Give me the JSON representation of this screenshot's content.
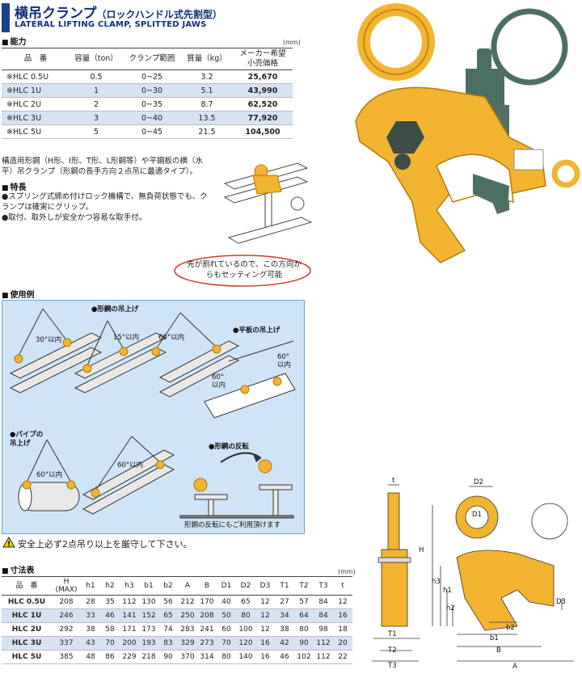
{
  "header": {
    "title": "横吊クランプ",
    "title_paren": "（ロックハンドル式先割型）",
    "subtitle": "LATERAL LIFTING CLAMP, SPLITTED JAWS"
  },
  "capacity": {
    "section": "能力",
    "unit": "(mm)",
    "headers": [
      "品　番",
      "容量（ton）",
      "クランプ範囲",
      "質量（kg）",
      "メーカー希望\n小売価格"
    ],
    "rows": [
      [
        "※HLC 0.5U",
        "0.5",
        "0~25",
        "3.2",
        "25,670"
      ],
      [
        "※HLC 1U",
        "1",
        "0~30",
        "5.1",
        "43,990"
      ],
      [
        "※HLC 2U",
        "2",
        "0~35",
        "8.7",
        "62,520"
      ],
      [
        "※HLC 3U",
        "3",
        "0~40",
        "13.5",
        "77,920"
      ],
      [
        "※HLC 5U",
        "5",
        "0~45",
        "21.5",
        "104,500"
      ]
    ]
  },
  "description": "構造用形鋼（H形、I形、T形、L形鋼等）や平鋼板の横（水平）吊クランプ（形鋼の長手方向２点吊に最適タイプ）。",
  "features": {
    "section": "特長",
    "items": [
      "●スプリング式締め付けロック機構で、無負荷状態でも、クランプは確実にグリップ。",
      "●取付、取外しが安全かつ容易な取手付。"
    ]
  },
  "callout": "先が割れているので、この方向からもセッティング可能",
  "usage": {
    "section": "使用例",
    "labels": {
      "shape_lift": "●形鋼の吊上げ",
      "plate_lift": "●平板の吊上げ",
      "pipe_lift": "●パイプの\n吊上げ",
      "flip": "●形鋼の反転",
      "angle_30": "30°以内",
      "angle_15": "15°以内",
      "angle_60a": "60°以内",
      "angle_60b": "60°\n以内",
      "angle_60c": "60°\n以内",
      "angle_60d": "60°以内",
      "angle_60e": "60°以内",
      "flip_note": "形鋼の反転にもご利用頂けます"
    }
  },
  "warning": "安全上必ず2点吊り以上を厳守して下さい。",
  "dimensions": {
    "section": "寸法表",
    "unit": "(mm)",
    "headers": [
      "品　番",
      "H\n(MAX)",
      "h1",
      "h2",
      "h3",
      "b1",
      "b2",
      "A",
      "B",
      "D1",
      "D2",
      "D3",
      "T1",
      "T2",
      "T3",
      "t"
    ],
    "rows": [
      [
        "HLC 0.5U",
        "208",
        "28",
        "35",
        "112",
        "130",
        "56",
        "212",
        "170",
        "40",
        "65",
        "12",
        "27",
        "57",
        "84",
        "12"
      ],
      [
        "HLC 1U",
        "246",
        "33",
        "46",
        "141",
        "152",
        "65",
        "250",
        "208",
        "50",
        "80",
        "12",
        "34",
        "64",
        "84",
        "16"
      ],
      [
        "HLC 2U",
        "292",
        "38",
        "58",
        "171",
        "173",
        "74",
        "283",
        "241",
        "60",
        "100",
        "12",
        "38",
        "80",
        "98",
        "18"
      ],
      [
        "HLC 3U",
        "337",
        "43",
        "70",
        "200",
        "193",
        "83",
        "329",
        "273",
        "70",
        "120",
        "16",
        "42",
        "90",
        "112",
        "20"
      ],
      [
        "HLC 5U",
        "385",
        "48",
        "86",
        "229",
        "218",
        "90",
        "370",
        "314",
        "80",
        "140",
        "16",
        "46",
        "102",
        "112",
        "22"
      ]
    ]
  },
  "drawing_labels": {
    "t": "t",
    "H": "H",
    "h1": "h1",
    "h2": "h2",
    "h3": "h3",
    "D1": "D1",
    "D2": "D2",
    "D3": "D3",
    "T1": "T1",
    "T2": "T2",
    "T3": "T3",
    "b1": "b1",
    "b2": "b2",
    "A": "A",
    "B": "B"
  },
  "colors": {
    "brand_blue": "#0d2f78",
    "table_stripe": "#d7e3f5",
    "usage_bg": "#cfe4f6",
    "clamp_yellow": "#f2b431",
    "clamp_green": "#4c6f64",
    "callout_red": "#d23a2a"
  }
}
